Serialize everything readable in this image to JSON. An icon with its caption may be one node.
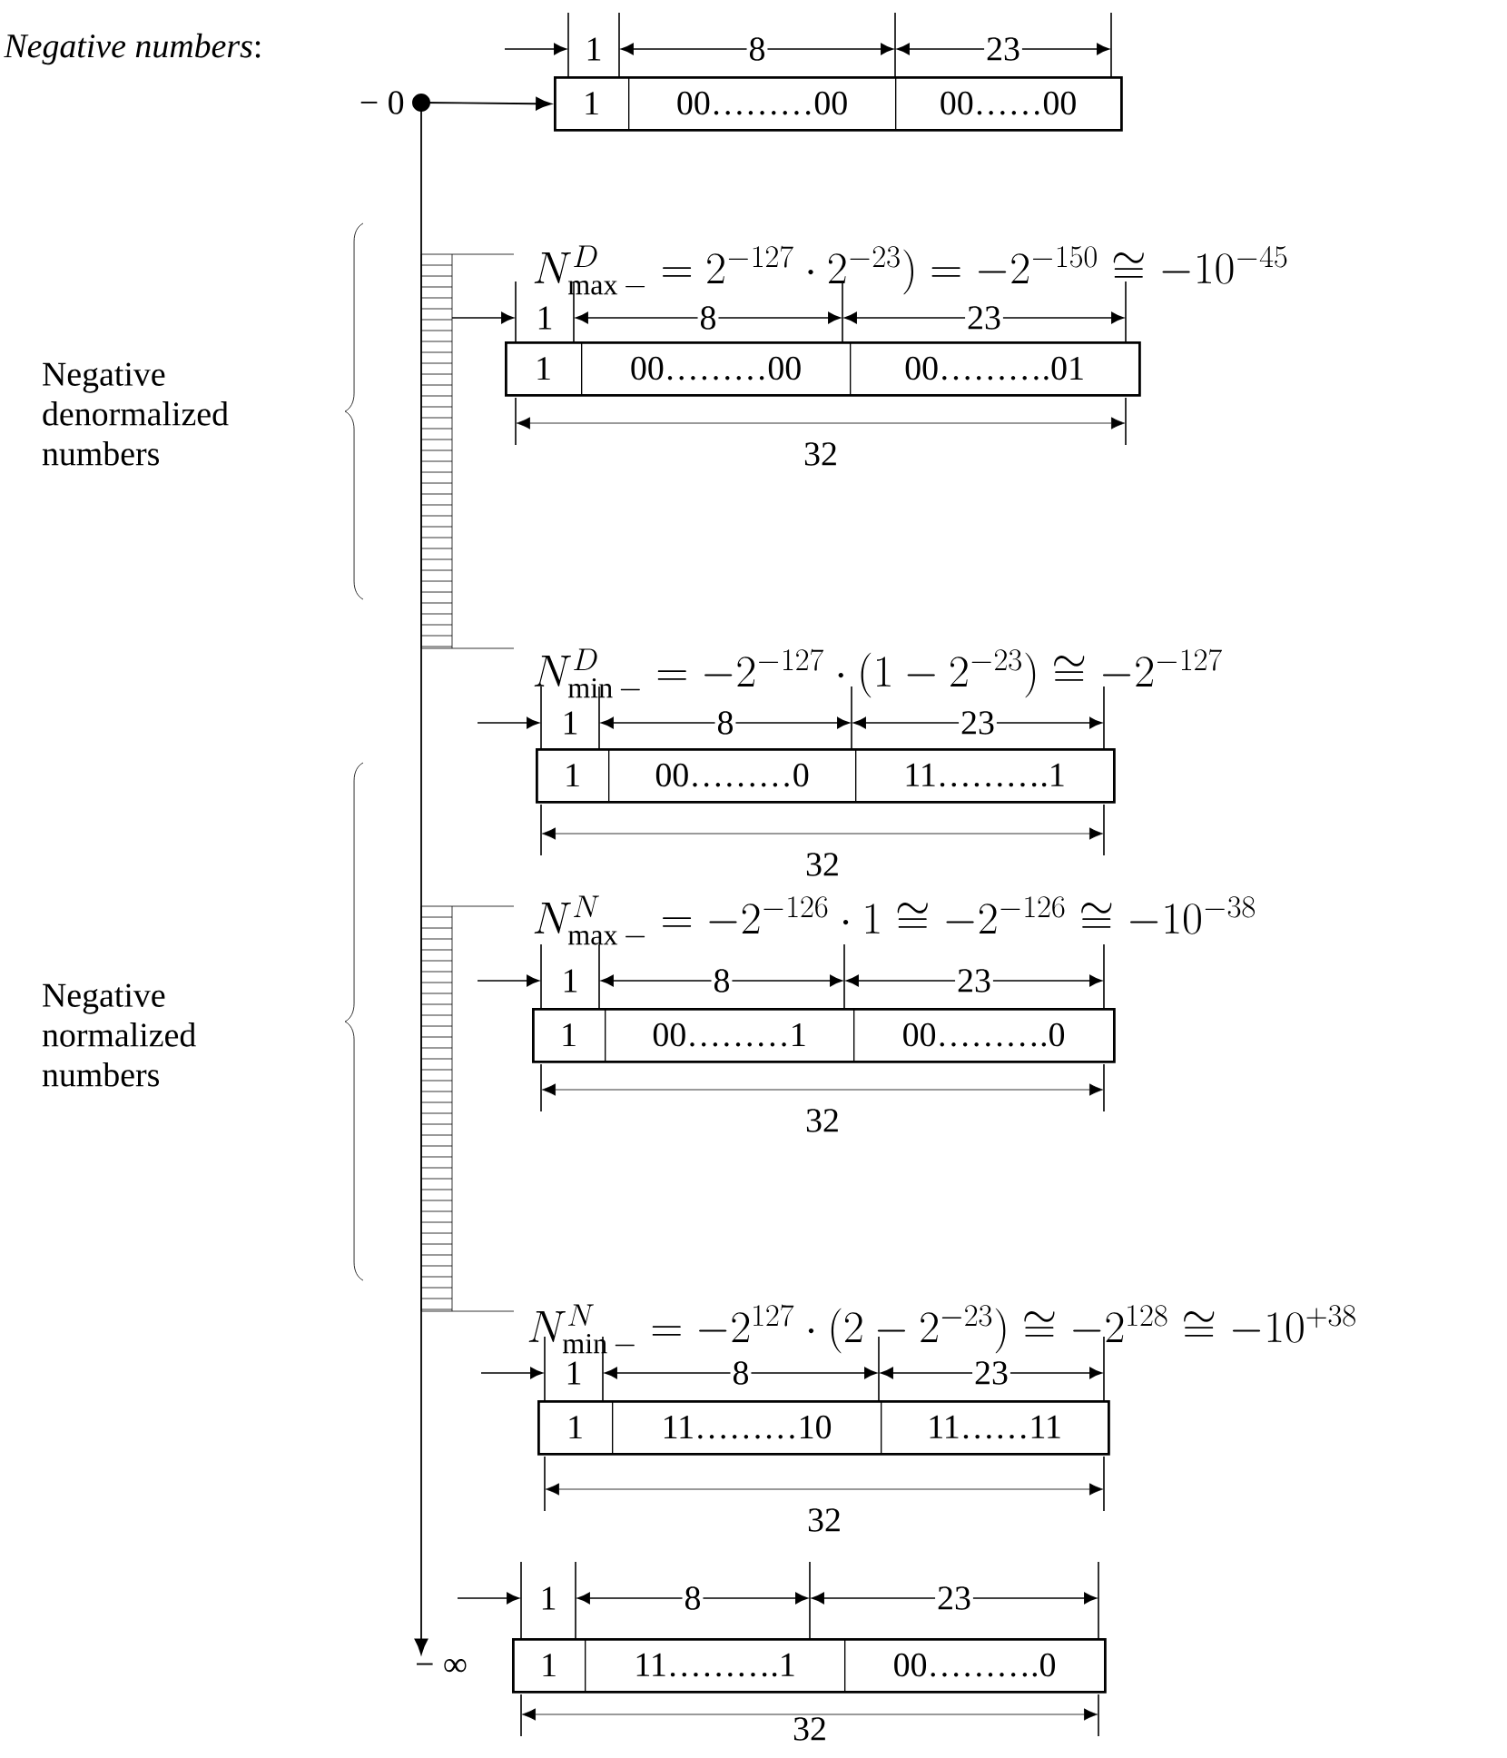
{
  "diagram": {
    "title": "*Negative numbers*:",
    "nodes": [
      {
        "text": [
          "− 0"
        ]
      },
      {
        "text": [],
        "shape": "box"
      },
      {
        "text": [
          "1"
        ],
        "in": 1
      },
      {
        "text": [
          "00………00"
        ],
        "in": 1
      },
      {
        "text": [
          "00……00"
        ],
        "in": 1
      },
      {
        "text": [],
        "shape": "box"
      },
      {
        "text": [
          "1"
        ],
        "in": 5
      },
      {
        "text": [
          "00………00"
        ],
        "in": 5
      },
      {
        "text": [
          "00……….01"
        ],
        "in": 5
      },
      {
        "text": [],
        "shape": "box"
      },
      {
        "text": [
          "1"
        ],
        "in": 9
      },
      {
        "text": [
          "00………0"
        ],
        "in": 9
      },
      {
        "text": [
          "11……….1"
        ],
        "in": 9
      },
      {
        "text": [],
        "shape": "box"
      },
      {
        "text": [
          "1"
        ],
        "in": 13
      },
      {
        "text": [
          "00………1"
        ],
        "in": 13
      },
      {
        "text": [
          "00……….0"
        ],
        "in": 13
      },
      {
        "text": [],
        "shape": "box"
      },
      {
        "text": [
          "1"
        ],
        "in": 17
      },
      {
        "text": [
          "11………10"
        ],
        "in": 17
      },
      {
        "text": [
          "11……11"
        ],
        "in": 17
      },
      {
        "text": [
          "− ∞"
        ]
      },
      {
        "text": [],
        "shape": "box"
      },
      {
        "text": [
          "1"
        ],
        "in": 22
      },
      {
        "text": [
          "11……….1"
        ],
        "in": 22
      },
      {
        "text": [
          "00……….0"
        ],
        "in": 22
      }
    ],
    "edges": [
      {
        "from": 0,
        "to": 1,
        "arrow": "to"
      },
      {
        "from": 0,
        "to": 21,
        "arrow": "to"
      }
    ],
    "labels": [
      "1",
      "8",
      "23",
      "N^{D}_{\\max -} = 2^{-127}\\cdot 2^{-23}) = -2^{-150} \\cong -10^{-45}",
      "Negative denormalized numbers",
      "1",
      "8",
      "23",
      "32",
      "N^{D}_{\\min -} = -2^{-127}\\cdot (1-2^{-23}) \\cong -2^{-127}",
      "1",
      "8",
      "23",
      "32",
      "N^{N}_{\\max -} = -2^{-126}\\cdot 1 \\cong -2^{-126} \\cong -10^{-38}",
      "Negative normalized numbers",
      "1",
      "8",
      "23",
      "32",
      "N^{N}_{\\min -} = -2^{127}\\cdot (2-2^{-23}) \\cong -2^{128} \\cong -10^{+38}",
      "1",
      "8",
      "23",
      "32",
      "1",
      "8",
      "23",
      "32"
    ]
  }
}
